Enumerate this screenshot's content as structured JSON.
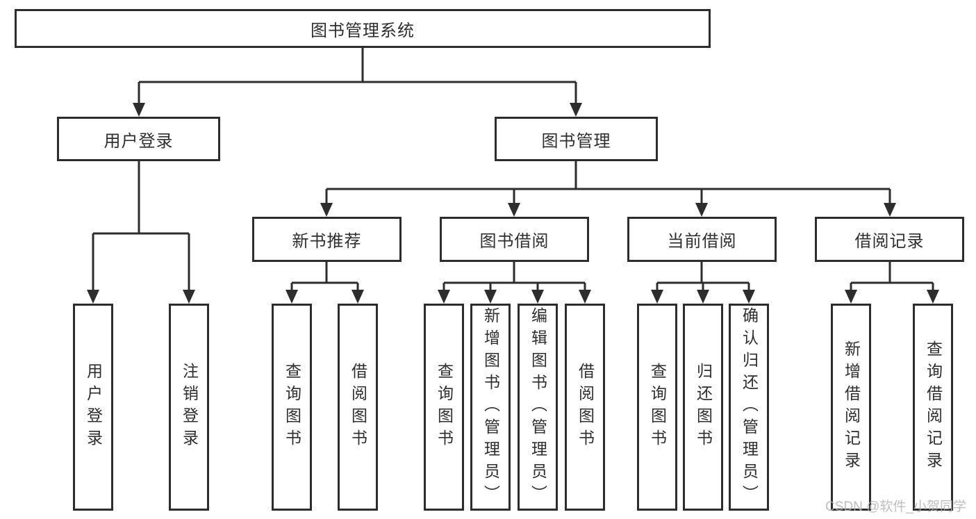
{
  "colors": {
    "line": "#2d2d2d",
    "text": "#2e2e2e",
    "background": "#ffffff",
    "watermark": "#b3b3b3"
  },
  "watermark": "CSDN @软件_小贺同学",
  "tree": {
    "root": {
      "label": "图书管理系统"
    },
    "branches": [
      {
        "label": "用户登录",
        "children": [
          {
            "label": "用户登录"
          },
          {
            "label": "注销登录"
          }
        ]
      },
      {
        "label": "图书管理",
        "groups": [
          {
            "label": "新书推荐",
            "children": [
              {
                "label": "查询图书"
              },
              {
                "label": "借阅图书"
              }
            ]
          },
          {
            "label": "图书借阅",
            "children": [
              {
                "label": "查询图书"
              },
              {
                "label": "新增图书（管理员）"
              },
              {
                "label": "编辑图书（管理员）"
              },
              {
                "label": "借阅图书"
              }
            ]
          },
          {
            "label": "当前借阅",
            "children": [
              {
                "label": "查询图书"
              },
              {
                "label": "归还图书"
              },
              {
                "label": "确认归还（管理员）"
              }
            ]
          },
          {
            "label": "借阅记录",
            "children": [
              {
                "label": "新增借阅记录"
              },
              {
                "label": "查询借阅记录"
              }
            ]
          }
        ]
      }
    ]
  }
}
